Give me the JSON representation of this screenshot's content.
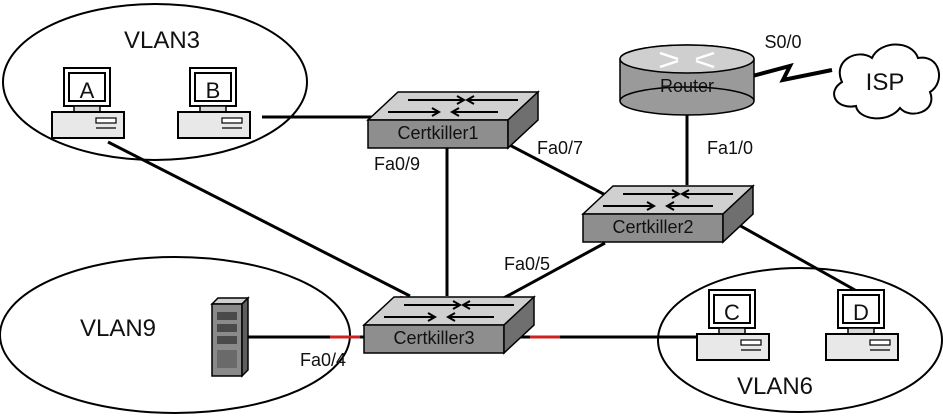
{
  "vlans": {
    "vlan3": "VLAN3",
    "vlan9": "VLAN9",
    "vlan6": "VLAN6"
  },
  "devices": {
    "switch1": "Certkiller1",
    "switch2": "Certkiller2",
    "switch3": "Certkiller3",
    "router": "Router",
    "isp": "ISP",
    "host_a": "A",
    "host_b": "B",
    "host_c": "C",
    "host_d": "D"
  },
  "ports": {
    "s0_0": "S0/0",
    "fa0_9": "Fa0/9",
    "fa0_7": "Fa0/7",
    "fa1_0": "Fa1/0",
    "fa0_5": "Fa0/5",
    "fa0_4": "Fa0/4"
  },
  "colors": {
    "line": "#000000",
    "switch_top": "#d9d9d9",
    "switch_side": "#8c8c8c",
    "router_body": "#9a9a9a",
    "cloud": "#ffffff",
    "link_highlight": "#cc2222"
  }
}
